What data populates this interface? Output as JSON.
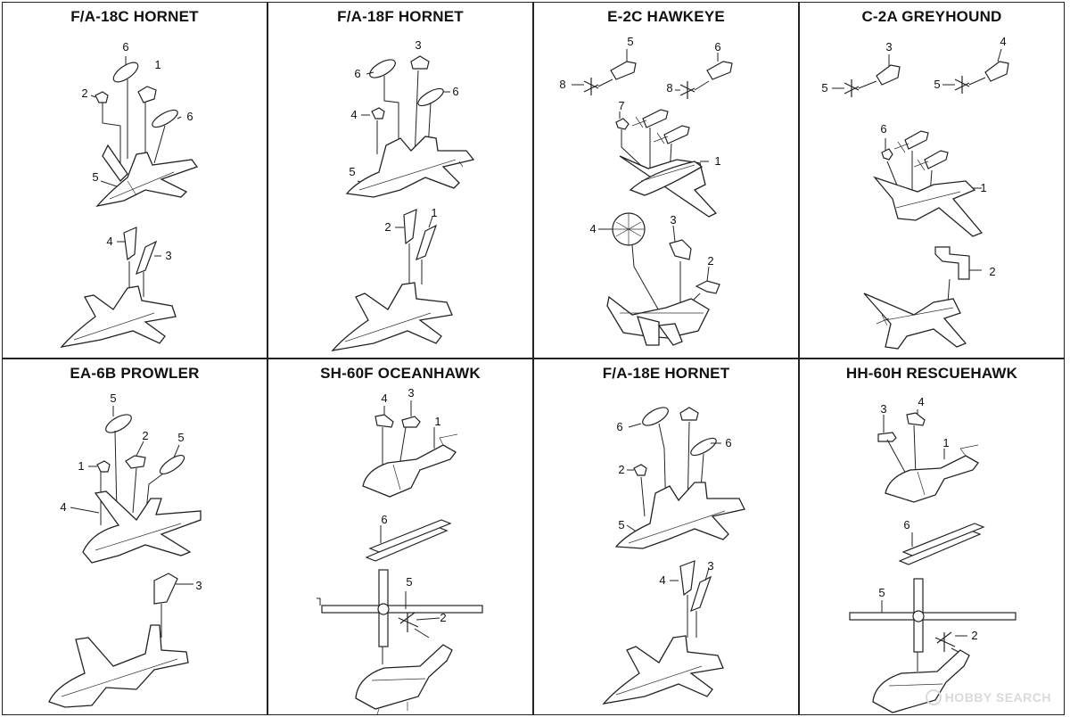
{
  "sheet": {
    "panels": [
      {
        "title": "F/A-18C HORNET",
        "labels": [
          "6",
          "1",
          "2",
          "6",
          "5",
          "4",
          "3"
        ]
      },
      {
        "title": "F/A-18F HORNET",
        "labels": [
          "3",
          "6",
          "6",
          "4",
          "5",
          "2",
          "1"
        ]
      },
      {
        "title": "E-2C HAWKEYE",
        "labels": [
          "5",
          "6",
          "8",
          "8",
          "7",
          "1",
          "4",
          "3",
          "2"
        ]
      },
      {
        "title": "C-2A GREYHOUND",
        "labels": [
          "3",
          "4",
          "5",
          "5",
          "6",
          "1",
          "2"
        ]
      },
      {
        "title": "EA-6B PROWLER",
        "labels": [
          "5",
          "2",
          "5",
          "1",
          "4",
          "3"
        ]
      },
      {
        "title": "SH-60F OCEANHAWK",
        "labels": [
          "4",
          "3",
          "1",
          "6",
          "5",
          "2"
        ]
      },
      {
        "title": "F/A-18E HORNET",
        "labels": [
          "6",
          "6",
          "2",
          "5",
          "4",
          "3"
        ]
      },
      {
        "title": "HH-60H RESCUEHAWK",
        "labels": [
          "3",
          "4",
          "1",
          "6",
          "5",
          "2"
        ]
      }
    ]
  },
  "watermark": {
    "text": "HOBBY SEARCH"
  }
}
